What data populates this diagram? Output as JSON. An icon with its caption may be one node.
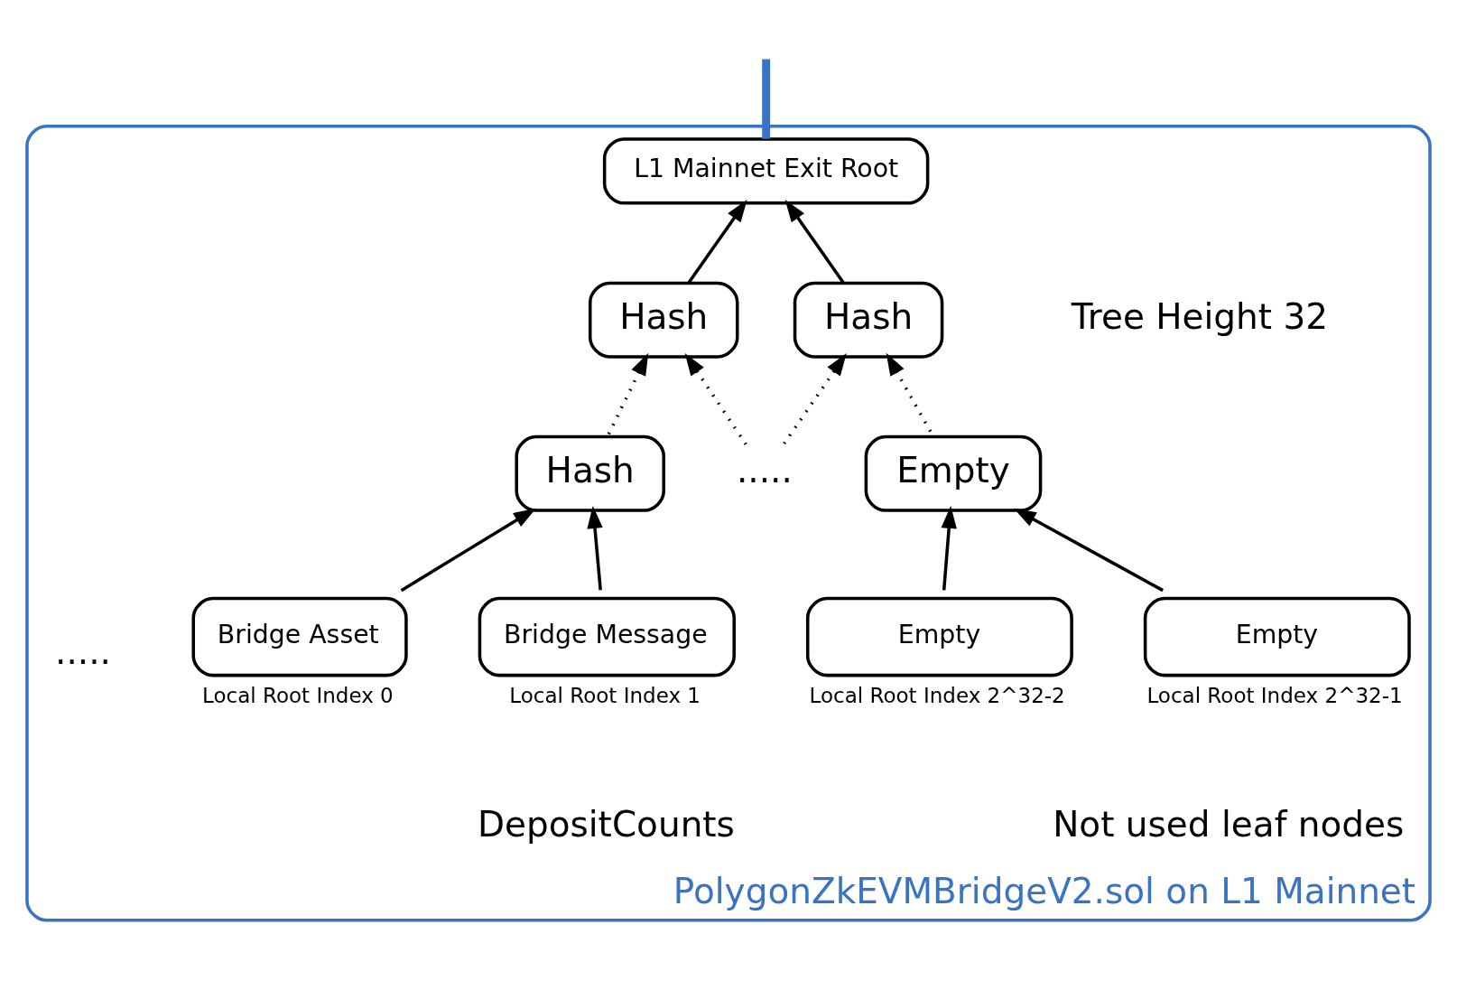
{
  "diagram": {
    "nodes": [
      {
        "text": [
          "PolygonZkEVMBridgeV2.sol on L1 Mainnet"
        ]
      },
      {
        "text": [
          "L1 Mainnet Exit Root"
        ],
        "in": 0
      },
      {
        "text": [
          "Hash"
        ],
        "in": 0
      },
      {
        "text": [
          "Hash"
        ],
        "in": 0
      },
      {
        "text": [
          "Hash"
        ],
        "in": 0
      },
      {
        "text": [
          "....."
        ],
        "in": 0
      },
      {
        "text": [
          "Empty"
        ],
        "in": 0
      },
      {
        "text": [
          "Bridge Asset"
        ],
        "in": 0,
        "beside": [
          "Local Root Index 0"
        ]
      },
      {
        "text": [
          "Bridge Message"
        ],
        "in": 0,
        "beside": [
          "Local Root Index 1"
        ]
      },
      {
        "text": [
          "Empty"
        ],
        "in": 0,
        "beside": [
          "Local Root Index 2^32-2"
        ]
      },
      {
        "text": [
          "Empty"
        ],
        "in": 0,
        "beside": [
          "Local Root Index 2^32-1"
        ]
      }
    ],
    "edges": [
      {
        "from": null,
        "to": 1,
        "arrow": "none",
        "style": "thick",
        "color": "#3a72c4"
      },
      {
        "from": 2,
        "to": 1,
        "arrow": "to"
      },
      {
        "from": 3,
        "to": 1,
        "arrow": "to"
      },
      {
        "from": 4,
        "to": 2,
        "arrow": "to",
        "style": "dashed"
      },
      {
        "from": 5,
        "to": 2,
        "arrow": "to",
        "style": "dashed"
      },
      {
        "from": 5,
        "to": 3,
        "arrow": "to",
        "style": "dashed"
      },
      {
        "from": 6,
        "to": 3,
        "arrow": "to",
        "style": "dashed"
      },
      {
        "from": 7,
        "to": 4,
        "arrow": "to"
      },
      {
        "from": 8,
        "to": 4,
        "arrow": "to"
      },
      {
        "from": 9,
        "to": 6,
        "arrow": "to"
      },
      {
        "from": 10,
        "to": 6,
        "arrow": "to"
      }
    ],
    "labels": [
      ".....",
      "Tree Height 32",
      "DepositCounts",
      "Not used leaf nodes"
    ]
  }
}
